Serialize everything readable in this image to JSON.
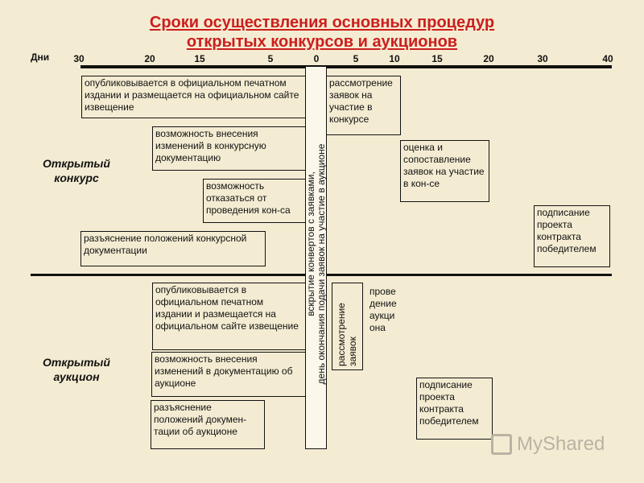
{
  "title_line1": "Сроки осуществления основных процедур",
  "title_line2": "открытых конкурсов и аукционов",
  "axis_label": "Дни",
  "ticks": [
    "30",
    "20",
    "15",
    "5",
    "0",
    "5",
    "10",
    "15",
    "20",
    "30",
    "40"
  ],
  "sections": {
    "contest": "Открытый конкурс",
    "auction": "Открытый аукцион"
  },
  "vertical_bar": {
    "line1": "вскрытие конвертов с заявками,",
    "line2": "день окончания подачи заявок на участие в аукционе"
  },
  "contest_boxes": {
    "publish": "опубликовывается в официальном печатном издании и размещается на официальном сайте извещение",
    "changes": "возможность внесения изменений в конкурсную документацию",
    "refuse": "возможность отказаться от проведения кон-са",
    "clarify": "разъяснение положений конкурсной документации",
    "review": "рассмотрение заявок на участие в конкурсе",
    "evaluate": "оценка и сопоставление заявок на участие в кон-се",
    "sign": "подписание проекта контракта победителем"
  },
  "auction_boxes": {
    "publish": "опубликовывается в официальном печатном издании и размещается на официальном сайте извещение",
    "changes": "возможность внесения изменений в документацию об аукционе",
    "clarify": "разъяснение положений докумен-тации об аукционе",
    "review": "рассмотрение заявок",
    "conduct": "проведение аукциона",
    "sign": "подписание проекта контракта победителем"
  },
  "watermark": "MyShared"
}
